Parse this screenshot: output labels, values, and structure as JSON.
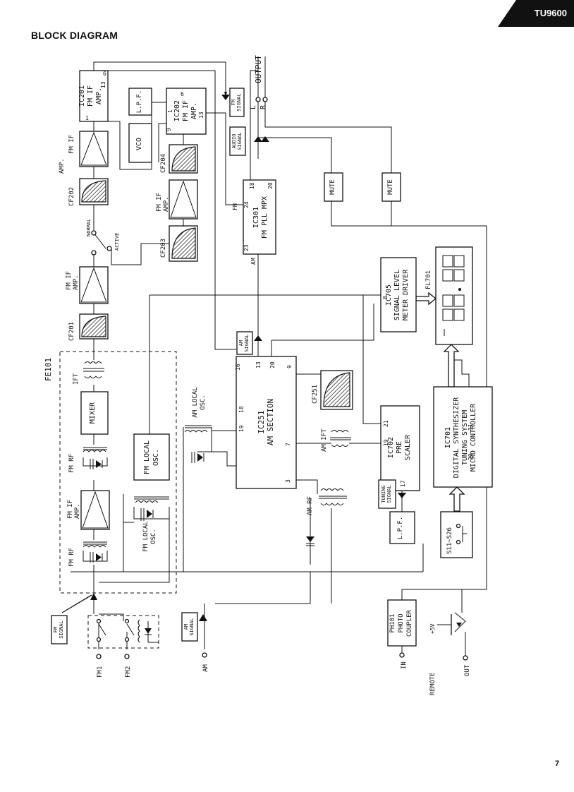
{
  "header": {
    "title": "BLOCK DIAGRAM",
    "model": "TU9600"
  },
  "footer": {
    "page_number": "7"
  },
  "labels": {
    "output": "OUTPUT",
    "out_l": "L",
    "out_r": "R",
    "fm_signal": [
      "FM",
      "SIGNAL"
    ],
    "audio_signal": [
      "AUDIO",
      "SIGNAL"
    ],
    "am_signal": [
      "AM",
      "SIGNAL"
    ],
    "tuning_signal": [
      "TUNING",
      "SIGNAL"
    ],
    "normal": "NORMAL",
    "active": "ACTIVE",
    "remote": "REMOTE",
    "in": "IN",
    "out": "OUT",
    "plus5v": "+5V",
    "am_in": "AM",
    "fm1": "FM1",
    "fm2": "FM2"
  },
  "blocks": {
    "ic201": [
      "IC201",
      "FM IF",
      "AMP."
    ],
    "ic202": [
      "IC202",
      "FM IF",
      "AMP."
    ],
    "lpf_top": "L.P.F.",
    "vco": "VCO",
    "fm_if_amp": [
      "FM IF",
      "AMP."
    ],
    "cf201": "CF201",
    "cf202": "CF202",
    "cf203": "CF203",
    "cf204": "CF204",
    "cf251": "CF251",
    "ic301": [
      "IC301",
      "FM PLL MPX"
    ],
    "mute": "MUTE",
    "ic705": [
      "IC705",
      "SIGNAL LEVEL",
      "METER DRIVER"
    ],
    "fl701": "FL701",
    "fe101": "FE101",
    "ift": "IFT",
    "mixer": "MIXER",
    "fm_rf": "FM RF",
    "fm_local_osc": [
      "FM LOCAL",
      "OSC."
    ],
    "am_local_osc": [
      "AM LOCAL",
      "OSC."
    ],
    "ic251": [
      "IC251",
      "AM SECTION"
    ],
    "am_ift": "AM IFT",
    "am_rf": "AM RF",
    "ic702": [
      "IC702",
      "PRE",
      "SCALER"
    ],
    "ic701": [
      "IC701",
      "DIGITAL SYNTHESIZER",
      "TUNING SYSTEM",
      "MICRO CONTROLLER"
    ],
    "lpf_bottom": "L.P.F.",
    "s11_s26": "S11~S26",
    "ph101": [
      "PH101",
      "PHOTO",
      "COUPLER"
    ]
  },
  "pins": {
    "ic201": [
      "1",
      "6",
      "13"
    ],
    "ic202": [
      "6",
      "9",
      "1",
      "13"
    ],
    "ic301": [
      "24",
      "18",
      "20",
      "23"
    ],
    "ic705": "8",
    "ic251": [
      "16",
      "13",
      "20",
      "9",
      "19",
      "18",
      "7",
      "3"
    ],
    "ic702": [
      "21",
      "19",
      "17"
    ],
    "ic701": [
      "29",
      "31"
    ],
    "ic301_fm": "FM",
    "ic301_am": "AM"
  }
}
